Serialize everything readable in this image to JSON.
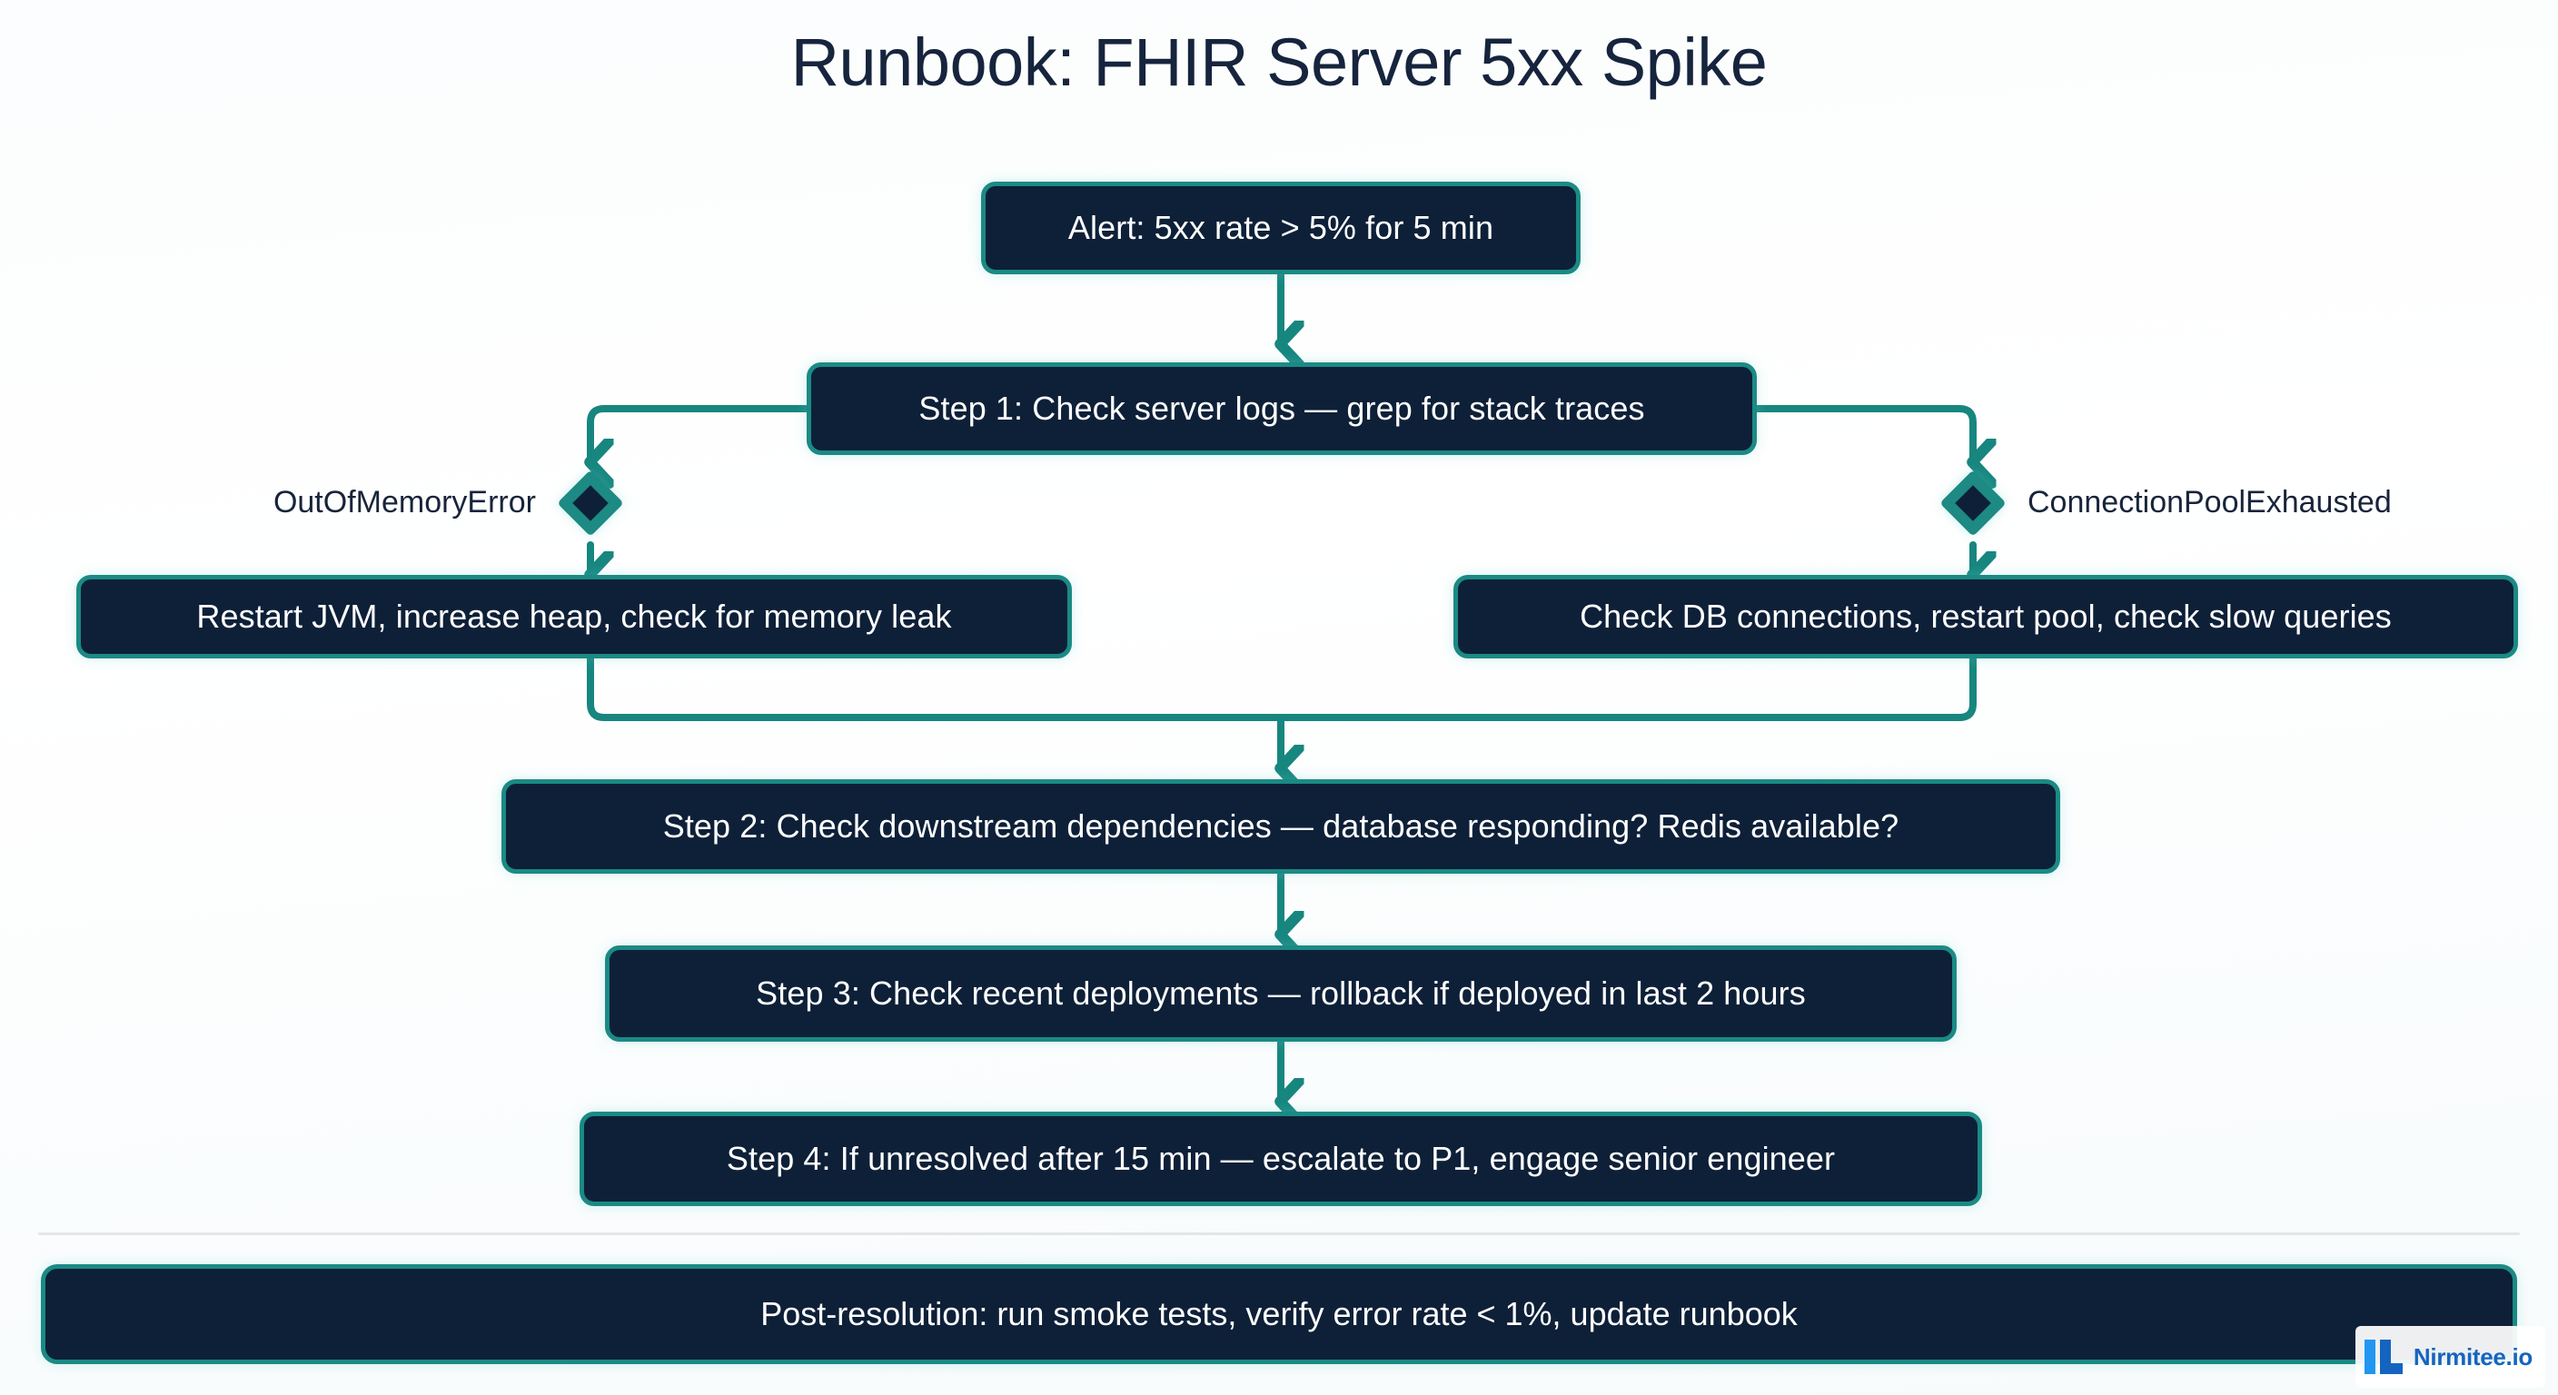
{
  "title": "Runbook: FHIR Server 5xx Spike",
  "theme": {
    "background": "#ffffff",
    "node_fill": "#0e2038",
    "node_border": "#1b8a84",
    "connector": "#17867f",
    "title_color": "#16243d",
    "label_color": "#18243a",
    "node_text": "#ffffff",
    "divider": "#e3e5e8"
  },
  "nodes": {
    "alert": "Alert: 5xx rate > 5% for 5 min",
    "step1": "Step 1: Check server logs — grep for stack traces",
    "branch_left_action": "Restart JVM, increase heap, check for memory leak",
    "branch_right_action": "Check DB connections, restart pool, check slow queries",
    "step2": "Step 2: Check downstream dependencies — database responding? Redis available?",
    "step3": "Step 3: Check recent deployments — rollback if deployed in last 2 hours",
    "step4": "Step 4: If unresolved after 15 min — escalate to P1, engage senior engineer",
    "post_resolution": "Post-resolution: run smoke tests, verify error rate < 1%, update runbook"
  },
  "branch_labels": {
    "left": "OutOfMemoryError",
    "right": "ConnectionPoolExhausted"
  },
  "brand": {
    "name": "Nirmitee.io",
    "mark_colors": [
      "#2196f3",
      "#1565c0"
    ]
  },
  "flow": {
    "type": "flowchart",
    "direction": "top-down",
    "edges": [
      {
        "from": "alert",
        "to": "step1"
      },
      {
        "from": "step1",
        "to": "decision-left",
        "label": "OutOfMemoryError"
      },
      {
        "from": "step1",
        "to": "decision-right",
        "label": "ConnectionPoolExhausted"
      },
      {
        "from": "decision-left",
        "to": "branch_left_action"
      },
      {
        "from": "decision-right",
        "to": "branch_right_action"
      },
      {
        "from": "branch_left_action",
        "to": "step2"
      },
      {
        "from": "branch_right_action",
        "to": "step2"
      },
      {
        "from": "step2",
        "to": "step3"
      },
      {
        "from": "step3",
        "to": "step4"
      }
    ]
  }
}
